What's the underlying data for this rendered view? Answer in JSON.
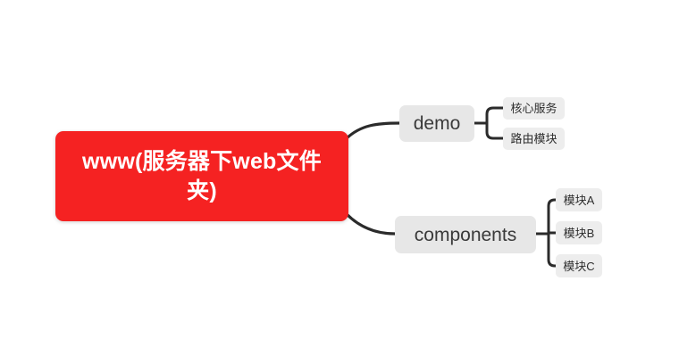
{
  "diagram": {
    "type": "mind-map",
    "background_color": "#ffffff",
    "root": {
      "label": "www(服务器下web文件夹)",
      "fill_color": "#f52222",
      "text_color": "#ffffff"
    },
    "branches": [
      {
        "label": "demo",
        "fill_color": "#e7e7e7",
        "text_color": "#3a3a3a",
        "children": [
          {
            "label": "核心服务",
            "fill_color": "#ededed",
            "text_color": "#2e2e2e"
          },
          {
            "label": "路由模块",
            "fill_color": "#ededed",
            "text_color": "#2e2e2e"
          }
        ]
      },
      {
        "label": "components",
        "fill_color": "#e7e7e7",
        "text_color": "#3a3a3a",
        "children": [
          {
            "label": "模块A",
            "fill_color": "#ededed",
            "text_color": "#2e2e2e"
          },
          {
            "label": "模块B",
            "fill_color": "#ededed",
            "text_color": "#2e2e2e"
          },
          {
            "label": "模块C",
            "fill_color": "#ededed",
            "text_color": "#2e2e2e"
          }
        ]
      }
    ],
    "connector_color": "#2b2b2b"
  }
}
